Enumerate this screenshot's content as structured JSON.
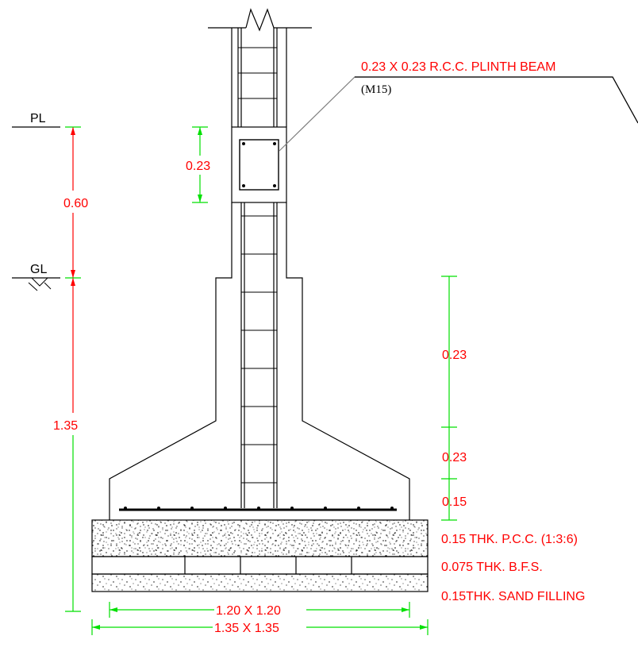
{
  "colors": {
    "outline": "#000000",
    "dimension": "#00e000",
    "level_dimension": "#ff0000",
    "text": "#ff0000",
    "leader": "#808080"
  },
  "levels": {
    "pl": "PL",
    "gl": "GL"
  },
  "dimensions": {
    "pl_to_gl": "0.60",
    "gl_to_bottom": "1.35",
    "beam_depth": "0.23",
    "pedestal_height": "0.23",
    "taper_height": "0.23",
    "footing_base": "0.15",
    "footing_plan": "1.20 X 1.20",
    "pcc_plan": "1.35 X 1.35"
  },
  "callouts": {
    "plinth_beam": "0.23 X 0.23 R.C.C. PLINTH BEAM",
    "plinth_beam_grade": "(M15)",
    "pcc_layer": "0.15 THK. P.C.C. (1:3:6)",
    "bfs_layer": "0.075 THK. B.F.S.",
    "sand_layer": "0.15THK. SAND FILLING"
  }
}
